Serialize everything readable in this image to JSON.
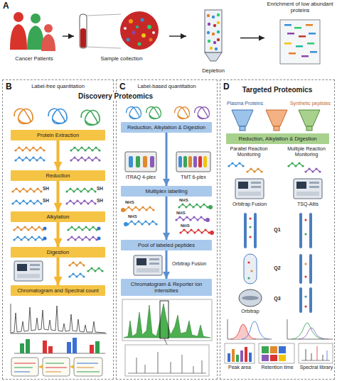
{
  "diagram": {
    "nodes": [
      {
        "text": [
          "Cancer Patients"
        ]
      },
      {
        "text": [
          "Sample collection"
        ]
      },
      {
        "text": [
          "Depletion"
        ]
      },
      {
        "text": [
          "Enrichment of low abundant proteins"
        ]
      },
      {
        "text": [
          "B",
          "Label-free quantitation"
        ]
      },
      {
        "text": [
          "C",
          "Label-based quantitation"
        ]
      },
      {
        "text": [
          "D",
          "Targeted Proteomics"
        ]
      },
      {
        "text": [
          "Protein Extraction"
        ],
        "in": 4
      },
      {
        "text": [
          "Reduction"
        ],
        "in": 4
      },
      {
        "text": [
          "Alkylation"
        ],
        "in": 4
      },
      {
        "text": [
          "Digestion"
        ],
        "in": 4
      },
      {
        "text": [
          "Chromatogram and Spectral count"
        ],
        "in": 4
      },
      {
        "text": [
          "Reduction, Alkylation & Digestion"
        ],
        "in": 5
      },
      {
        "text": [
          "Multiplex labelling"
        ],
        "in": 5
      },
      {
        "text": [
          "Pool of labeled peptides"
        ],
        "in": 5
      },
      {
        "text": [
          "Chromatogram & Reporter ion intensities"
        ],
        "in": 5
      },
      {
        "text": [
          "Reduction, Alkylation & Digestion"
        ],
        "in": 6
      }
    ],
    "edges": [
      {
        "from": 0,
        "to": 1,
        "arrow": "to"
      },
      {
        "from": 1,
        "to": 2,
        "arrow": "to"
      },
      {
        "from": 2,
        "to": 3,
        "arrow": "to"
      },
      {
        "from": 7,
        "to": 8,
        "arrow": "to"
      },
      {
        "from": 8,
        "to": 9,
        "arrow": "to"
      },
      {
        "from": 9,
        "to": 10,
        "arrow": "to"
      },
      {
        "from": 10,
        "to": 11,
        "arrow": "to"
      },
      {
        "from": 12,
        "to": 13,
        "arrow": "to"
      },
      {
        "from": 13,
        "to": 14,
        "arrow": "to"
      },
      {
        "from": 14,
        "to": 15,
        "arrow": "to"
      }
    ],
    "labels": [
      "A",
      "Discovery Proteomics",
      "SH",
      "SH",
      "SH",
      "SH",
      "iTRAQ 4-plex",
      "TMT 6-plex",
      "NHS",
      "NHS",
      "NHS",
      "NHS",
      "NHS",
      "Orbitrap Fusion",
      "Plasma Proteins",
      "Synthetic peptides",
      "Parallel Reaction Monitoring",
      "Multiple Reaction Monitoring",
      "Orbitrap Fusion",
      "TSQ-Altis",
      "Q1",
      "Q2",
      "Orbitrap",
      "Q3",
      "Peak area",
      "Retention time",
      "Spectral library"
    ]
  }
}
